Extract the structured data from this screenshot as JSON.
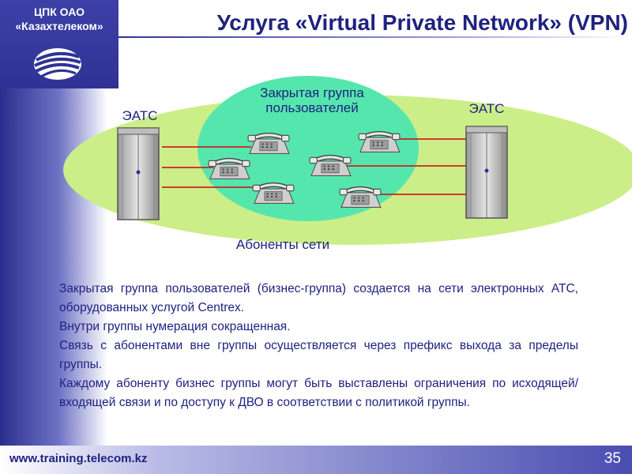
{
  "header": {
    "org_line1": "ЦПК ОАО",
    "org_line2": "«Казахтелеком»",
    "title": "Услуга «Virtual Private Network» (VPN)"
  },
  "diagram": {
    "exchange_left_label": "ЭАТС",
    "exchange_right_label": "ЭАТС",
    "closed_group_label_line1": "Закрытая группа",
    "closed_group_label_line2": "пользователей",
    "network_subscribers_label": "Абоненты сети",
    "colors": {
      "outer_oval": "#ccee88",
      "inner_oval": "#55e6ad",
      "link_line": "#cc2222",
      "text": "#1f2280"
    }
  },
  "body": {
    "paragraphs": [
      "Закрытая группа пользователей (бизнес-группа) создается на сети электронных АТС, оборудованных услугой Centrex.",
      "Внутри группы нумерация сокращенная.",
      "Связь с абонентами вне группы осуществляется через префикс выхода за пределы группы.",
      "Каждому абоненту бизнес группы могут быть выставлены ограничения по исходящей/входящей связи и по доступу к ДВО в соответствии с политикой группы."
    ]
  },
  "footer": {
    "url": "www.training.telecom.kz",
    "page_number": "35"
  },
  "icons": [
    "globe-logo-icon",
    "telephone-icon",
    "exchange-cabinet-icon"
  ]
}
